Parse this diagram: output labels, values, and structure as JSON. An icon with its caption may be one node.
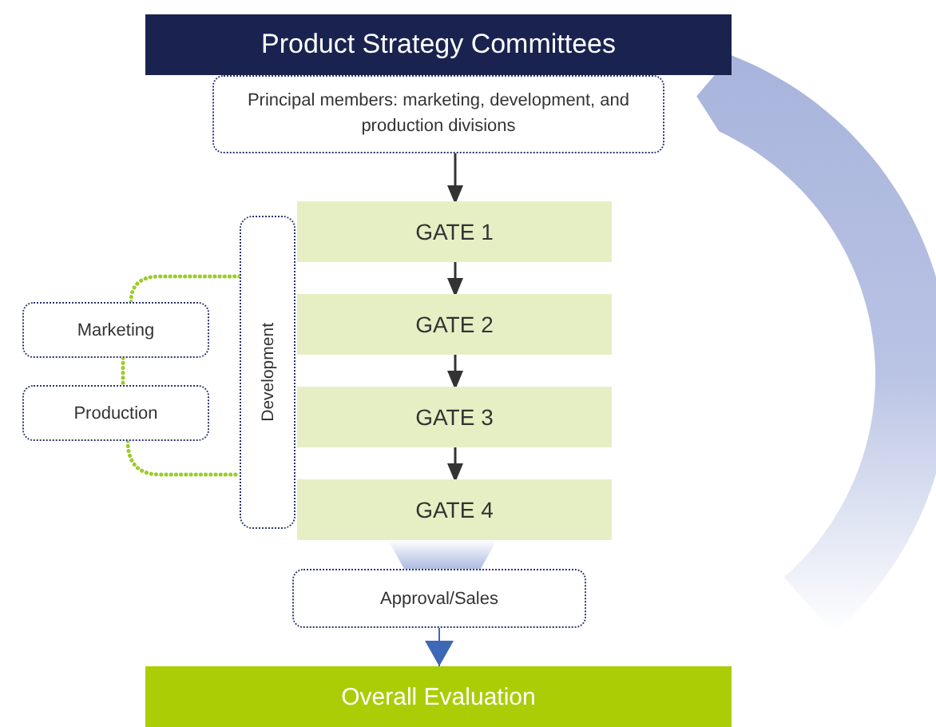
{
  "diagram": {
    "nodes": [
      {
        "text": [
          "Product Strategy Committees"
        ]
      },
      {
        "text": [
          "Principal members: marketing, development, and production divisions"
        ]
      },
      {
        "text": [
          "GATE 1"
        ]
      },
      {
        "text": [
          "GATE 2"
        ]
      },
      {
        "text": [
          "GATE 3"
        ]
      },
      {
        "text": [
          "GATE 4"
        ]
      },
      {
        "text": [
          "Development"
        ]
      },
      {
        "text": [
          "Marketing"
        ]
      },
      {
        "text": [
          "Production"
        ]
      },
      {
        "text": [
          "Approval/Sales"
        ]
      },
      {
        "text": [
          "Overall Evaluation"
        ]
      }
    ],
    "edges": [
      {
        "from": 1,
        "to": 2,
        "arrow": "to"
      },
      {
        "from": 2,
        "to": 3,
        "arrow": "to"
      },
      {
        "from": 3,
        "to": 4,
        "arrow": "to"
      },
      {
        "from": 4,
        "to": 5,
        "arrow": "to"
      },
      {
        "from": 6,
        "to": 7,
        "arrow": "none",
        "style": "dashed",
        "color": "#9ccc2c"
      },
      {
        "from": 7,
        "to": 8,
        "arrow": "none",
        "style": "dashed",
        "color": "#9ccc2c"
      },
      {
        "from": 8,
        "to": 6,
        "arrow": "none",
        "style": "dashed",
        "color": "#9ccc2c"
      },
      {
        "from": 5,
        "to": 9,
        "arrow": "none",
        "style": "thick",
        "color": "#c3cbe8"
      },
      {
        "from": 9,
        "to": 10,
        "arrow": "to",
        "color": "#3d68b5"
      }
    ]
  }
}
